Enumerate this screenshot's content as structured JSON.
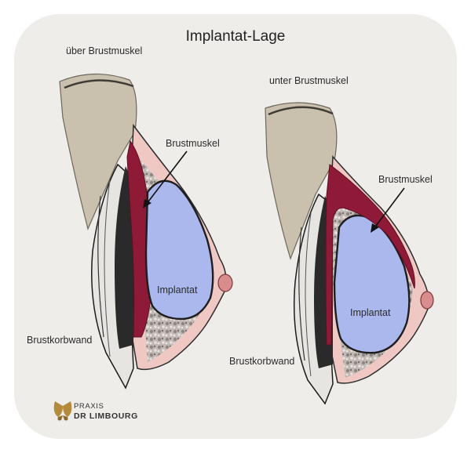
{
  "title": "Implantat-Lage",
  "left": {
    "position_label": "über Brustmuskel",
    "muscle_label": "Brustmuskel",
    "implant_label": "Implantat",
    "chestwall_label": "Brustkorbwand"
  },
  "right": {
    "position_label": "unter Brustmuskel",
    "muscle_label": "Brustmuskel",
    "implant_label": "Implantat",
    "chestwall_label": "Brustkorbwand"
  },
  "logo": {
    "line1": "PRAXIS",
    "line2": "DR LIMBOURG",
    "icon": "butterfly-logo-icon"
  },
  "colors": {
    "background": "#efedea",
    "implant": "#aab8ee",
    "muscle": "#8e1a38",
    "skin": "#e9a9a9",
    "arm": "#c9c1ae"
  }
}
